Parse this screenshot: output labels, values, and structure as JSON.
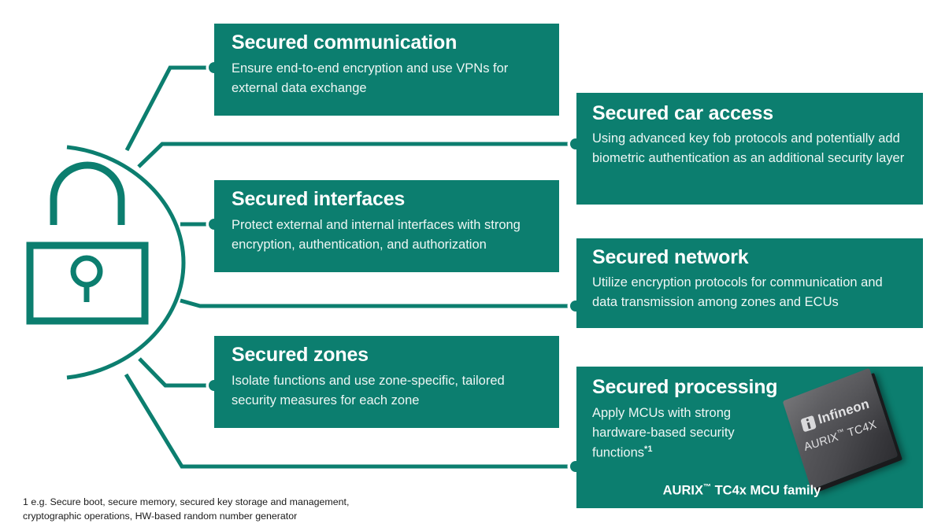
{
  "theme": {
    "accent": "#0c7e6f",
    "card_bg": "#0c7e6f",
    "card_text": "#ffffff",
    "page_bg": "#ffffff",
    "chip_body": "#4a4a4e",
    "footnote_text": "#1a1a1a"
  },
  "hub": {
    "icon": "padlock-icon",
    "label": "Padlock"
  },
  "cards": [
    {
      "id": "secured-communication",
      "title": "Secured communication",
      "body": "Ensure end-to-end encryption and use VPNs for external data exchange"
    },
    {
      "id": "secured-car-access",
      "title": "Secured car access",
      "body": "Using advanced key fob protocols and potentially add biometric authentication as an additional security layer"
    },
    {
      "id": "secured-interfaces",
      "title": "Secured interfaces",
      "body": "Protect external and internal interfaces with strong encryption, authentication, and authorization"
    },
    {
      "id": "secured-network",
      "title": "Secured network",
      "body": "Utilize encryption protocols for communication and data transmission among zones and ECUs"
    },
    {
      "id": "secured-zones",
      "title": "Secured zones",
      "body": "Isolate functions and use zone-specific, tailored security measures for each zone"
    },
    {
      "id": "secured-processing",
      "title": "Secured processing",
      "body_line1": "Apply MCUs with strong",
      "body_line2": "hardware-based security",
      "body_line3": "functions",
      "body_superscript": "*1"
    }
  ],
  "chip": {
    "logo_text": "Infineon",
    "part_text": "AURIX",
    "part_tm": "™",
    "part_suffix": " TC4X",
    "caption_prefix": "AURIX",
    "caption_tm": "™",
    "caption_suffix": " TC4x MCU family"
  },
  "footnote": {
    "line1": "1 e.g. Secure boot, secure memory, secured key storage and management,",
    "line2": "cryptographic operations, HW-based random number generator"
  }
}
